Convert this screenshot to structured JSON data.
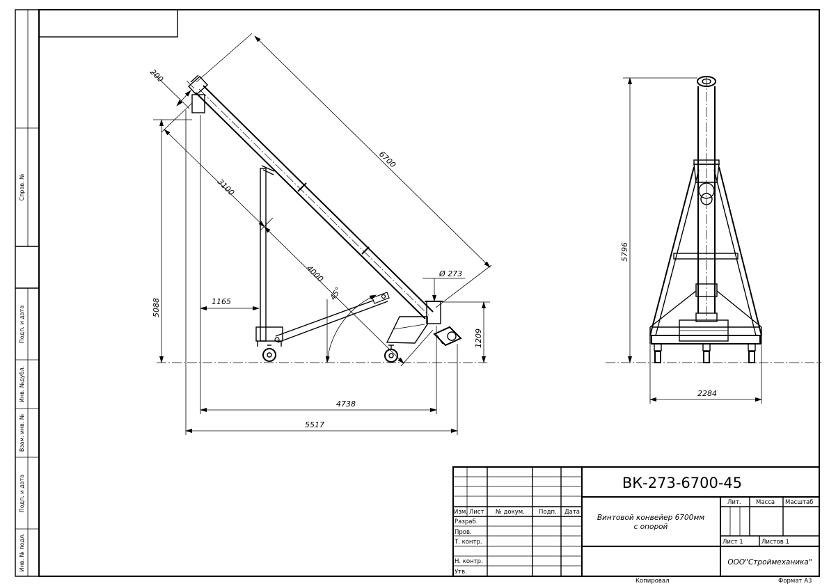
{
  "dimensions": {
    "d200": "200",
    "d6700": "6700",
    "d3100": "3100",
    "d4000": "4000",
    "d45": "45°",
    "d273": "Ø 273",
    "d1165": "1165",
    "d5088": "5088",
    "d1209": "1209",
    "d4738": "4738",
    "d5517": "5517",
    "d5796": "5796",
    "d2284": "2284"
  },
  "side_stamp": {
    "sprav": "Справ. №",
    "podp1": "Подп. и дата",
    "inv_dubl": "Инв. №дубл.",
    "vzam": "Взам. инв. №",
    "podp2": "Подп. и дата",
    "inv_podl": "Инв. № подл."
  },
  "title_block": {
    "designation": "ВК-273-6700-45",
    "name_line1": "Винтовой конвейер 6700мм",
    "name_line2": "с опорой",
    "company": "ООО\"Строймеханика\"",
    "col_izm": "Изм.",
    "col_list": "Лист",
    "col_doc": "№ докум.",
    "col_podp": "Подп.",
    "col_data": "Дата",
    "row_razrab": "Разраб.",
    "row_prov": "Пров.",
    "row_tkontr": "Т. контр.",
    "row_nkontr": "Н. контр.",
    "row_utv": "Утв.",
    "lit": "Лит.",
    "massa": "Масса",
    "masshtab": "Масштаб",
    "list_no": "Лист 1",
    "listov": "Листов 1"
  },
  "footer": {
    "kopiroval": "Копировал",
    "format": "Формат А3"
  }
}
